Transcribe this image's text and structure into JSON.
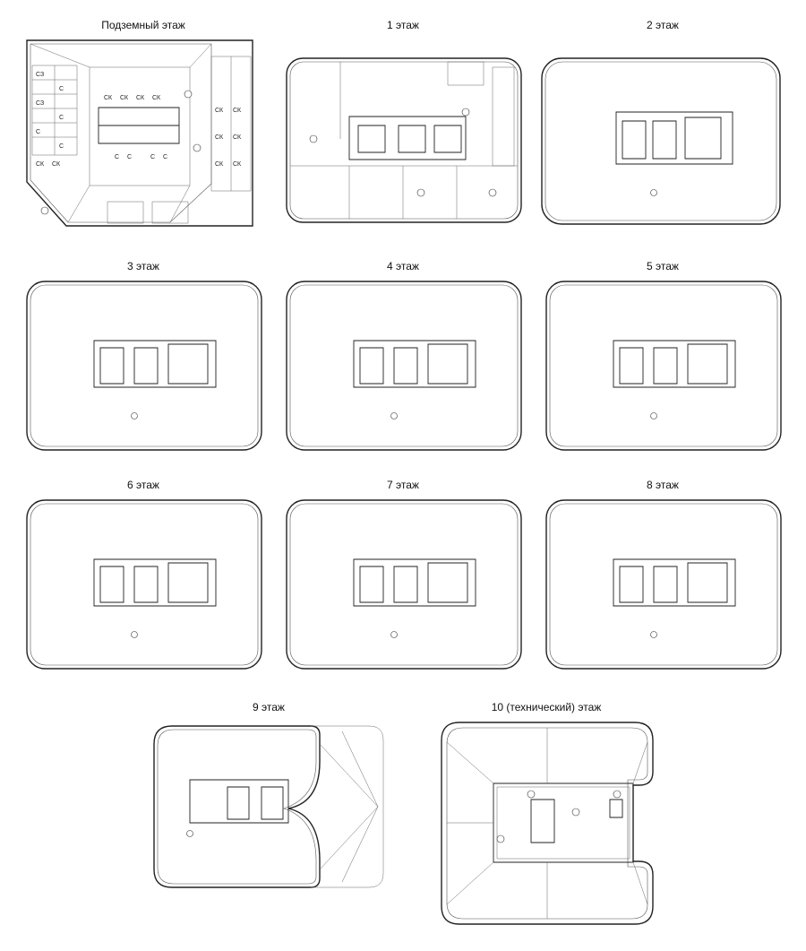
{
  "captions": {
    "basement": "Подземный этаж",
    "f1": "1 этаж",
    "f2": "2 этаж",
    "f3": "3 этаж",
    "f4": "4 этаж",
    "f5": "5 этаж",
    "f6": "6 этаж",
    "f7": "7 этаж",
    "f8": "8 этаж",
    "f9": "9 этаж",
    "f10": "10 (технический) этаж"
  },
  "basement_marks": {
    "sk": "СК",
    "sz": "СЗ",
    "s": "С"
  }
}
